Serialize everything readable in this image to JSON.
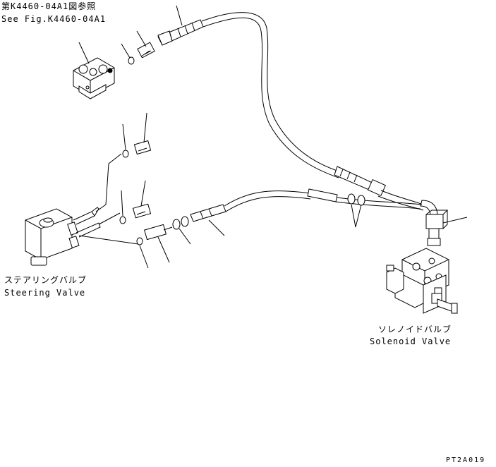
{
  "labels": {
    "ref_jp": "第K4460-04A1図参照",
    "ref_en": "See Fig.K4460-04A1",
    "steering_jp": "ステアリングバルブ",
    "steering_en": "Steering Valve",
    "solenoid_jp": "ソレノイドバルブ",
    "solenoid_en": "Solenoid Valve",
    "drawing_code": "PT2A019"
  },
  "colors": {
    "line": "#000000",
    "background": "#ffffff"
  }
}
